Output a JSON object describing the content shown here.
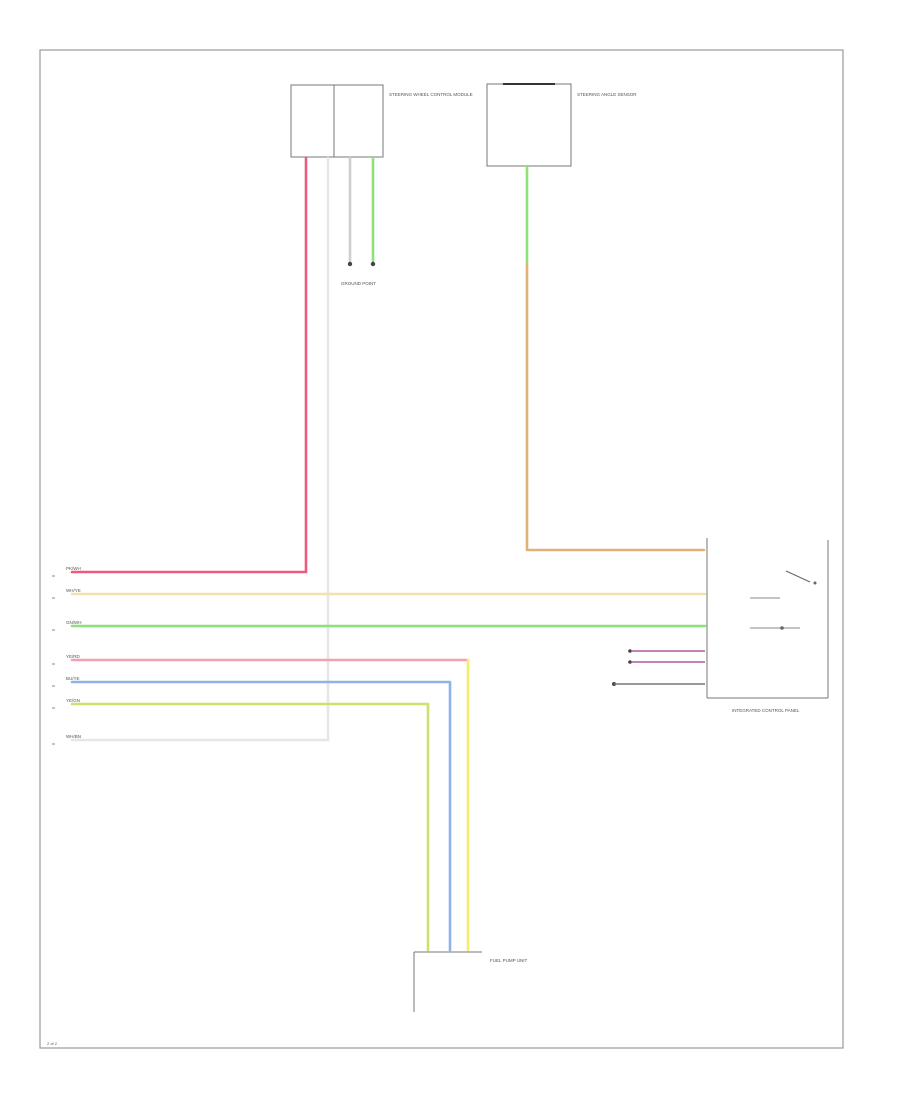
{
  "wire_colors": {
    "pink_red": "#ec5a7e",
    "pink_light": "#f3a0b2",
    "tan": "#efe1b0",
    "green": "#8ee07a",
    "yellow": "#f4ef6a",
    "blue": "#8fb3e8",
    "olive": "#cfe06e",
    "orange_tan": "#e2b07a",
    "white": "#e4e4e4"
  },
  "component_labels": {
    "left_module": "STEERING WHEEL CONTROL MODULE",
    "right_module": "STEERING ANGLE SENSOR",
    "ground_point": "GROUND POINT",
    "integrated_panel": "INTEGRATED CONTROL PANEL",
    "bottom_unit": "FUEL PUMP UNIT"
  },
  "wire_labels": {
    "row1": "PK/WH",
    "row2": "WH/YE",
    "row3": "GN/WH",
    "row4": "YE/RD",
    "row5": "BU/YE",
    "row6": "YE/GN",
    "row7": "WH/BN"
  },
  "page_ref": "2 of 2"
}
